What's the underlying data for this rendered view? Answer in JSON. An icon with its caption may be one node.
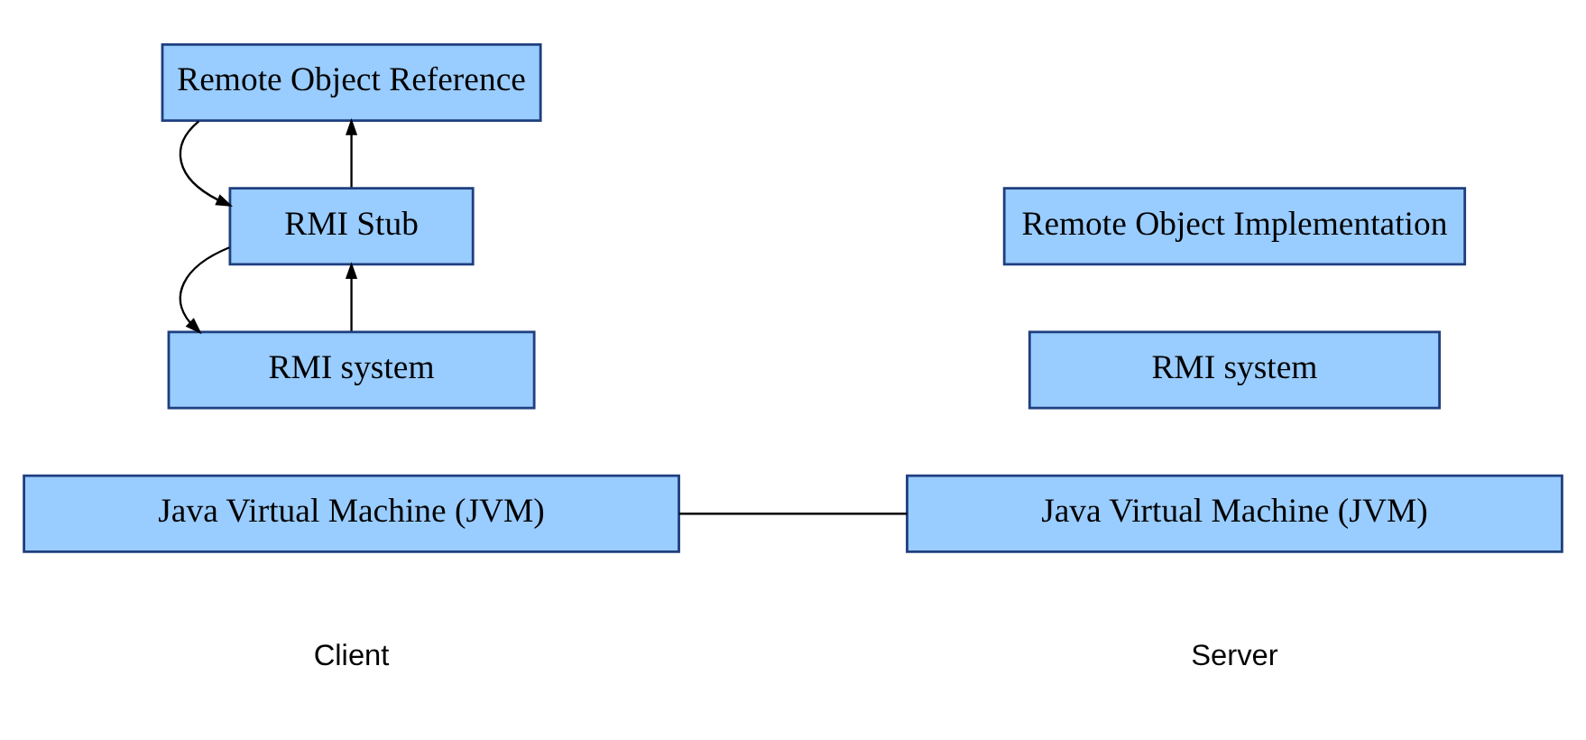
{
  "diagram": {
    "nodes": [
      {
        "text": [
          "Remote Object Reference"
        ]
      },
      {
        "text": [
          "RMI Stub"
        ]
      },
      {
        "text": [
          "RMI system"
        ]
      },
      {
        "text": [
          "Java Virtual Machine (JVM)"
        ]
      },
      {
        "text": [
          "Remote Object Implementation"
        ]
      },
      {
        "text": [
          "RMI system"
        ]
      },
      {
        "text": [
          "Java Virtual Machine (JVM)"
        ]
      }
    ],
    "edges": [
      {
        "from": 0,
        "to": 1,
        "arrow": "to"
      },
      {
        "from": 1,
        "to": 0,
        "arrow": "to"
      },
      {
        "from": 1,
        "to": 2,
        "arrow": "to"
      },
      {
        "from": 2,
        "to": 1,
        "arrow": "to"
      },
      {
        "from": 3,
        "to": 6,
        "arrow": "none"
      }
    ],
    "labels": [
      "Client",
      "Server"
    ]
  }
}
